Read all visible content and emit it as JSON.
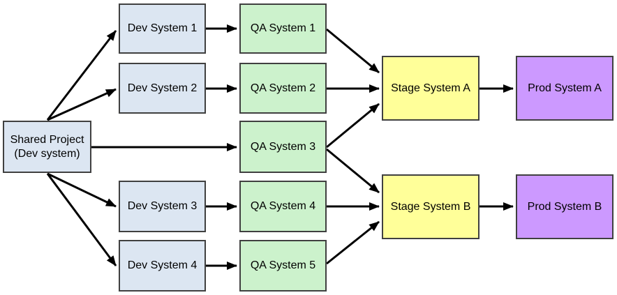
{
  "diagram": {
    "type": "flowchart",
    "description": "Transport landscape flow from shared development project through dev, QA, stage and production systems",
    "nodes": {
      "shared": {
        "label": "Shared Project (Dev system)",
        "type": "dev"
      },
      "dev1": {
        "label": "Dev System 1",
        "type": "dev"
      },
      "dev2": {
        "label": "Dev System 2",
        "type": "dev"
      },
      "dev3": {
        "label": "Dev System 3",
        "type": "dev"
      },
      "dev4": {
        "label": "Dev System 4",
        "type": "dev"
      },
      "qa1": {
        "label": "QA System 1",
        "type": "qa"
      },
      "qa2": {
        "label": "QA System 2",
        "type": "qa"
      },
      "qa3": {
        "label": "QA System 3",
        "type": "qa"
      },
      "qa4": {
        "label": "QA System 4",
        "type": "qa"
      },
      "qa5": {
        "label": "QA System 5",
        "type": "qa"
      },
      "stageA": {
        "label": "Stage System A",
        "type": "stage"
      },
      "stageB": {
        "label": "Stage System B",
        "type": "stage"
      },
      "prodA": {
        "label": "Prod System A",
        "type": "prod"
      },
      "prodB": {
        "label": "Prod System B",
        "type": "prod"
      }
    },
    "edges": [
      {
        "from": "shared",
        "to": "dev1"
      },
      {
        "from": "shared",
        "to": "dev2"
      },
      {
        "from": "shared",
        "to": "qa3"
      },
      {
        "from": "shared",
        "to": "dev3"
      },
      {
        "from": "shared",
        "to": "dev4"
      },
      {
        "from": "dev1",
        "to": "qa1"
      },
      {
        "from": "dev2",
        "to": "qa2"
      },
      {
        "from": "dev3",
        "to": "qa4"
      },
      {
        "from": "dev4",
        "to": "qa5"
      },
      {
        "from": "qa1",
        "to": "stageA"
      },
      {
        "from": "qa2",
        "to": "stageA"
      },
      {
        "from": "qa3",
        "to": "stageA"
      },
      {
        "from": "qa3",
        "to": "stageB"
      },
      {
        "from": "qa4",
        "to": "stageB"
      },
      {
        "from": "qa5",
        "to": "stageB"
      },
      {
        "from": "stageA",
        "to": "prodA"
      },
      {
        "from": "stageB",
        "to": "prodB"
      }
    ],
    "colors": {
      "dev_fill": "#dce6f2",
      "qa_fill": "#ccf2cc",
      "stage_fill": "#ffff99",
      "prod_fill": "#cc99ff",
      "node_border": "#404040",
      "arrow": "#000000",
      "text": "#000000",
      "background": "#ffffff"
    }
  }
}
